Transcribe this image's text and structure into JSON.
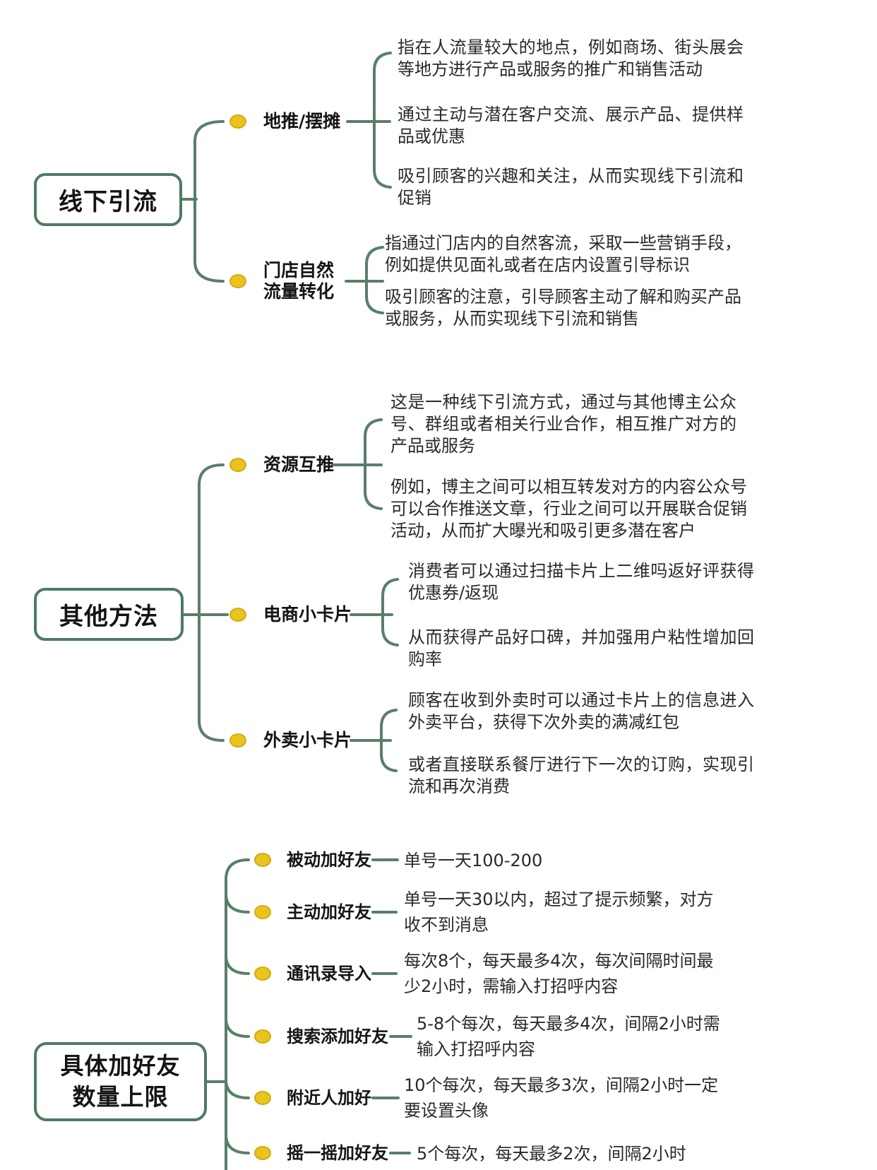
{
  "colors": {
    "branch-green": "#597f68",
    "node-border": "#4f7a62",
    "dot-yellow": "#eac41e",
    "dot-yellow-dark": "#d2ac10",
    "note-color": "#2a2a2a",
    "label-color": "#141414",
    "bg": "#ffffff"
  },
  "mindmap": {
    "branches": [
      {
        "root": "线下引流",
        "children": [
          {
            "label": "地推/摆摊",
            "notes": [
              "指在人流量较大的地点，例如商场、街头展会等地方进行产品或服务的推广和销售活动",
              "通过主动与潜在客户交流、展示产品、提供样品或优惠",
              "吸引顾客的兴趣和关注，从而实现线下引流和促销"
            ]
          },
          {
            "label": "门店自然流量转化",
            "label_lines": [
              "门店自然",
              "流量转化"
            ],
            "notes": [
              "指通过门店内的自然客流，采取一些营销手段，例如提供见面礼或者在店内设置引导标识",
              "吸引顾客的注意，引导顾客主动了解和购买产品或服务，从而实现线下引流和销售"
            ]
          }
        ]
      },
      {
        "root": "其他方法",
        "children": [
          {
            "label": "资源互推",
            "notes": [
              "这是一种线下引流方式，通过与其他博主公众号、群组或者相关行业合作，相互推广对方的产品或服务",
              "例如，博主之间可以相互转发对方的内容公众号可以合作推送文章，行业之间可以开展联合促销活动，从而扩大曝光和吸引更多潜在客户"
            ]
          },
          {
            "label": "电商小卡片",
            "notes": [
              "消费者可以通过扫描卡片上二维吗返好评获得优惠券/返现",
              "从而获得产品好口碑，并加强用户粘性增加回购率"
            ]
          },
          {
            "label": "外卖小卡片",
            "notes": [
              "顾客在收到外卖时可以通过卡片上的信息进入外卖平台，获得下次外卖的满减红包",
              "或者直接联系餐厅进行下一次的订购，实现引流和再次消费"
            ]
          }
        ]
      },
      {
        "root": "具体加好友数量上限",
        "root_lines": [
          "具体加好友",
          "数量上限"
        ],
        "items": [
          {
            "label": "被动加好友",
            "limit": "单号一天100-200"
          },
          {
            "label": "主动加好友",
            "limit": "单号一天30以内，超过了提示频繁，对方收不到消息"
          },
          {
            "label": "通讯录导入",
            "limit": "每次8个，每天最多4次，每次间隔时间最少2小时，需输入打招呼内容"
          },
          {
            "label": "搜索添加好友",
            "limit": "5-8个每次，每天最多4次，间隔2小时需输入打招呼内容"
          },
          {
            "label": "附近人加好",
            "limit": "10个每次，每天最多3次，间隔2小时一定要设置头像"
          },
          {
            "label": "摇一摇加好友",
            "limit": "5个每次，每天最多2次，间隔2小时"
          }
        ]
      }
    ]
  }
}
